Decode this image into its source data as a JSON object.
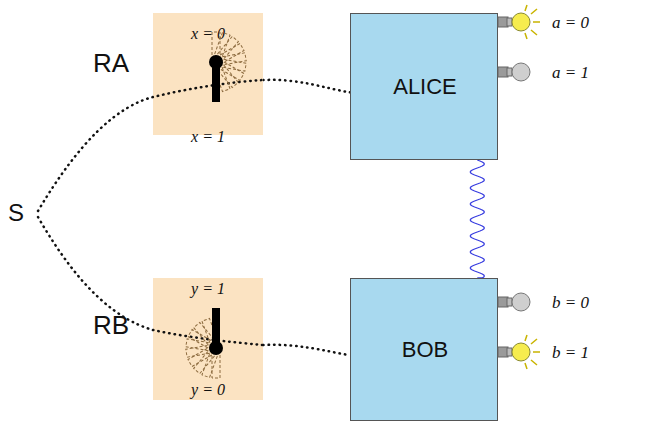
{
  "diagram": {
    "nodes": [
      {
        "text": [
          "RA",
          "x = 0",
          "x = 1"
        ]
      },
      {
        "text": [
          "ALICE"
        ]
      },
      {
        "text": [
          "RB",
          "y = 1",
          "y = 0"
        ]
      },
      {
        "text": [
          "BOB"
        ]
      }
    ],
    "edges": [
      {
        "from": 0,
        "to": 1,
        "arrow": "none"
      },
      {
        "from": 1,
        "to": 3,
        "arrow": "none"
      },
      {
        "from": 2,
        "to": 3,
        "arrow": "none"
      }
    ],
    "labels": [
      "S",
      "a = 0",
      "a = 1",
      "b = 0",
      "b = 1"
    ]
  }
}
